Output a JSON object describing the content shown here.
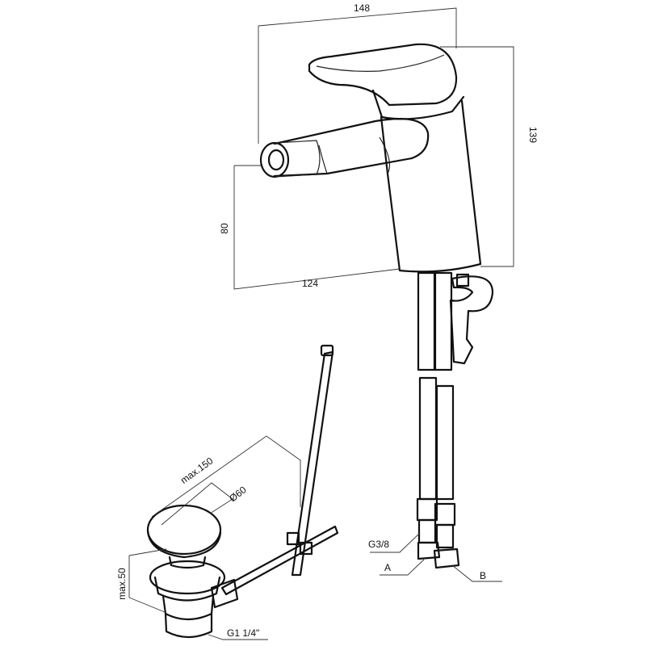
{
  "dimensions": {
    "width_overall": "148",
    "height_overall": "139",
    "spout_height": "80",
    "spout_reach": "124",
    "drain_max_length": "max.150",
    "drain_diameter": "Ø60",
    "drain_max_height": "max.50"
  },
  "labels": {
    "hose_thread": "G3/8",
    "connection_a": "A",
    "connection_b": "B",
    "drain_thread": "G1 1/4\""
  }
}
